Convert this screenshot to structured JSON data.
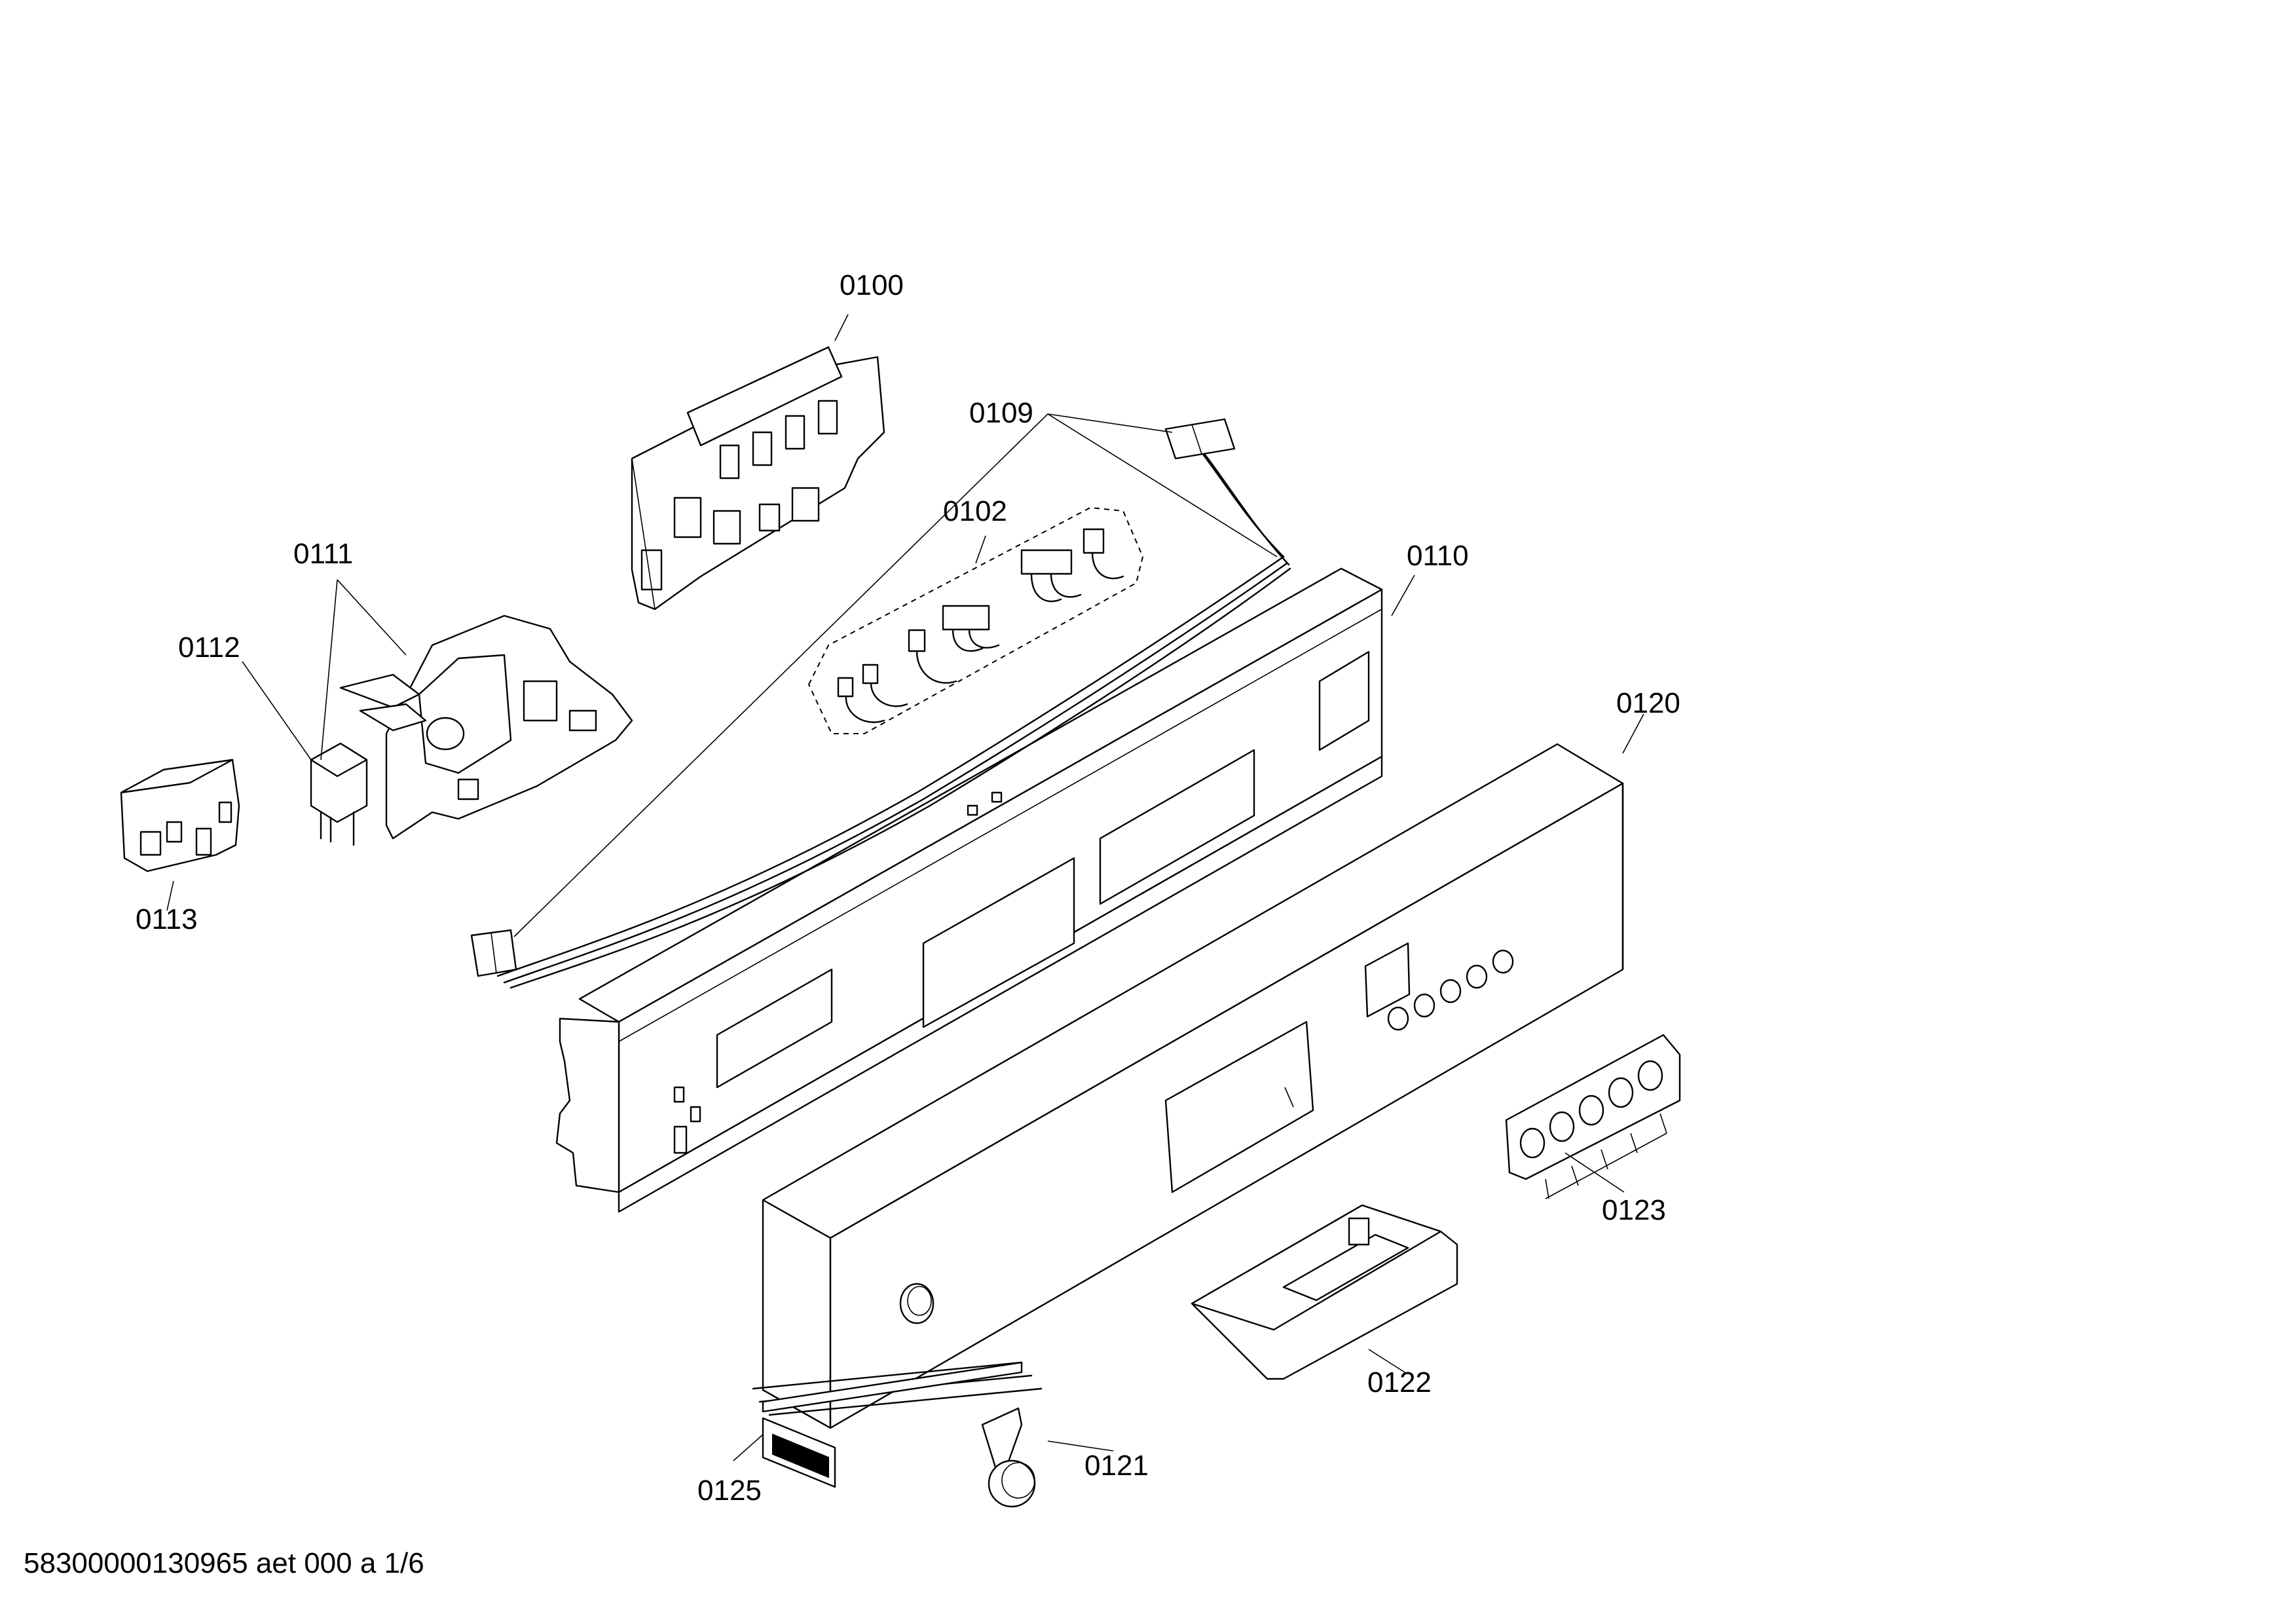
{
  "callouts": {
    "p0100": "0100",
    "p0102": "0102",
    "p0109": "0109",
    "p0110": "0110",
    "p0111": "0111",
    "p0112": "0112",
    "p0113": "0113",
    "p0120": "0120",
    "p0121": "0121",
    "p0122": "0122",
    "p0123": "0123",
    "p0125": "0125"
  },
  "footer": {
    "document_id": "58300000130965 aet 000 a 1/6"
  }
}
